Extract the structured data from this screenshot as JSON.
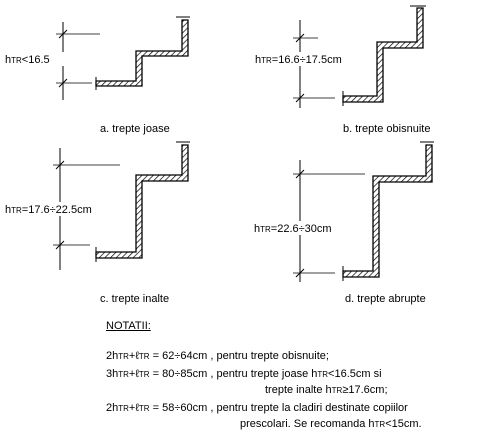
{
  "diagrams": [
    {
      "id": "a",
      "caption": "a. trepte joase",
      "dim_prefix": "h",
      "dim_sub": "TR",
      "dim_value": "<16.5"
    },
    {
      "id": "b",
      "caption": "b. trepte obisnuite",
      "dim_prefix": "h",
      "dim_sub": "TR",
      "dim_value": "=16.6÷17.5cm"
    },
    {
      "id": "c",
      "caption": "c. trepte inalte",
      "dim_prefix": "h",
      "dim_sub": "TR",
      "dim_value": "=17.6÷22.5cm"
    },
    {
      "id": "d",
      "caption": "d. trepte abrupte",
      "dim_prefix": "h",
      "dim_sub": "TR",
      "dim_value": "=22.6÷30cm"
    }
  ],
  "notes": {
    "title": "NOTATII:",
    "lines": [
      {
        "a": "2h",
        "as": "TR",
        "b": "+ℓ",
        "bs": "TR",
        "c": " = 62÷64cm ,  pentru trepte obisnuite;"
      },
      {
        "a": "3h",
        "as": "TR",
        "b": "+ℓ",
        "bs": "TR",
        "c": " = 80÷85cm , pentru trepte joase h",
        "cs": "TR",
        "d": "<16.5cm si"
      },
      {
        "cont": "trepte inalte h",
        "cs": "TR",
        "d": "≥17.6cm;"
      },
      {
        "a": "2h",
        "as": "TR",
        "b": "+ℓ",
        "bs": "TR",
        "c": " = 58÷60cm ,  pentru trepte la cladiri destinate copiilor"
      },
      {
        "cont": "prescolari. Se recomanda h",
        "cs": "TR",
        "d": "<15cm."
      }
    ]
  }
}
